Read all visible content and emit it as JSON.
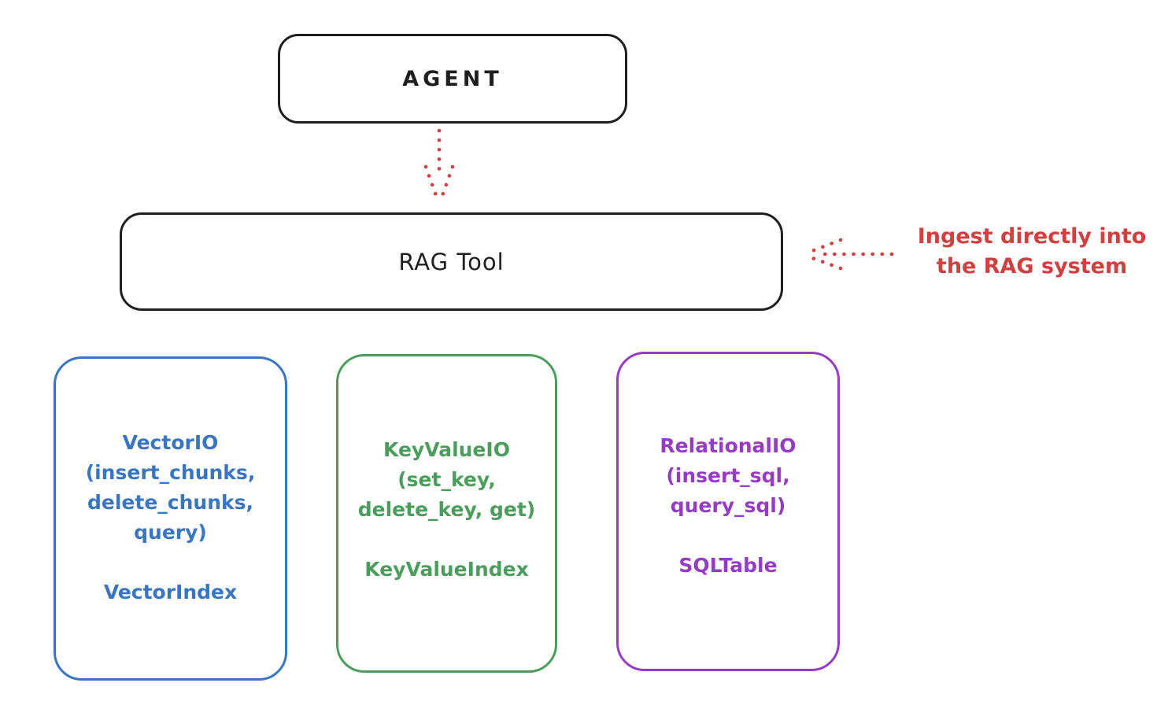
{
  "agent": {
    "label": "AGENT"
  },
  "rag_tool": {
    "label": "RAG Tool"
  },
  "annotation": {
    "line1": "Ingest directly into",
    "line2": "the RAG system"
  },
  "storage_boxes": [
    {
      "title": "VectorIO",
      "methods": [
        "(insert_chunks,",
        "delete_chunks,",
        "query)"
      ],
      "index": "VectorIndex",
      "color": "#3876c4"
    },
    {
      "title": "KeyValueIO",
      "methods": [
        "(set_key,",
        "delete_key, get)"
      ],
      "index": "KeyValueIndex",
      "color": "#4a9d5c"
    },
    {
      "title": "RelationalIO",
      "methods": [
        "(insert_sql,",
        "query_sql)"
      ],
      "index": "SQLTable",
      "color": "#953cc3"
    }
  ],
  "colors": {
    "ink": "#1f1f1f",
    "red": "#d23f3f",
    "blue": "#3876c4",
    "green": "#4a9d5c",
    "purple": "#953cc3",
    "bg": "#ffffff"
  }
}
